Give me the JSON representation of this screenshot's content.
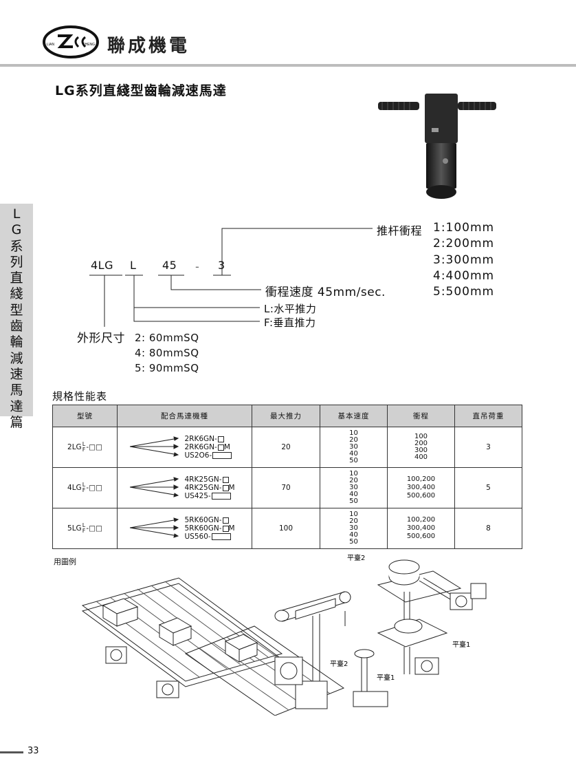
{
  "brand": {
    "name": "聯成機電",
    "logo_text_left": "LIAN",
    "logo_text_right": "CHENG"
  },
  "title": "LG系列直綫型齒輪減速馬達",
  "side_tab": [
    "L",
    "G",
    "系",
    "列",
    "直",
    "綫",
    "型",
    "齒",
    "輪",
    "減",
    "速",
    "馬",
    "達",
    "篇"
  ],
  "code": {
    "part1": "4LG",
    "part2": "L",
    "part3": "45",
    "dash": "-",
    "part4": "3",
    "stroke_label": "推杆衝程",
    "stroke_options": [
      "1:100mm",
      "2:200mm",
      "3:300mm",
      "4:400mm",
      "5:500mm"
    ],
    "speed_label": "衝程速度 45mm/sec.",
    "dir_l": "L:水平推力",
    "dir_f": "F:垂直推力",
    "size_label": "外形尺寸",
    "size_options": [
      "2: 60mmSQ",
      "4: 80mmSQ",
      "5: 90mmSQ"
    ]
  },
  "spec_title": "規格性能表",
  "table": {
    "headers": [
      "型號",
      "配合馬達機種",
      "最大推力",
      "基本速度",
      "衝程",
      "直吊荷重"
    ],
    "rows": [
      {
        "model_prefix": "2LG",
        "model_suffix": "-□□",
        "motors": [
          "2RK6GN-",
          "2RK6GN-",
          "US2O6-"
        ],
        "motor_suffix": [
          "",
          "M",
          ""
        ],
        "force": "20",
        "speeds": [
          "10",
          "20",
          "30",
          "40",
          "50"
        ],
        "strokes": [
          "100",
          "200",
          "300",
          "400"
        ],
        "load": "3"
      },
      {
        "model_prefix": "4LG",
        "model_suffix": "-□□",
        "motors": [
          "4RK25GN-",
          "4RK25GN-",
          "US425-"
        ],
        "motor_suffix": [
          "",
          "M",
          ""
        ],
        "force": "70",
        "speeds": [
          "10",
          "20",
          "30",
          "40",
          "50"
        ],
        "strokes": [
          "100,200",
          "300,400",
          "500,600"
        ],
        "load": "5"
      },
      {
        "model_prefix": "5LG",
        "model_suffix": "-□□",
        "motors": [
          "5RK60GN-",
          "5RK60GN-",
          "US560-"
        ],
        "motor_suffix": [
          "",
          "M",
          ""
        ],
        "force": "100",
        "speeds": [
          "10",
          "20",
          "30",
          "40",
          "50"
        ],
        "strokes": [
          "100,200",
          "300,400",
          "500,600"
        ],
        "load": "8"
      }
    ],
    "lf_top": "L",
    "lf_bottom": "F"
  },
  "example_title": "用圖例",
  "illus_labels": {
    "platform2_top": "平臺2",
    "platform1_right": "平臺1",
    "platform2_left": "平臺2",
    "platform1_left": "平臺1"
  },
  "page_number": "33"
}
